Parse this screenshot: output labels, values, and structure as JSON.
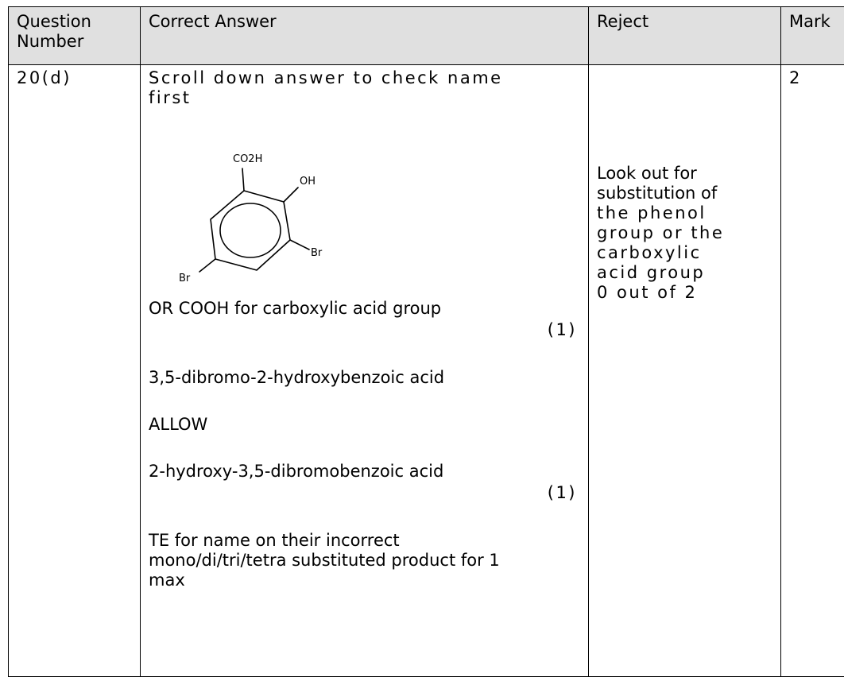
{
  "table": {
    "headers": {
      "question": "Question Number",
      "answer": "Correct Answer",
      "reject": "Reject",
      "mark": "Mark"
    },
    "row": {
      "question_number": "20(d)",
      "answer": {
        "scroll_note": "Scroll down answer to check name first",
        "structure_labels": {
          "carboxyl": "CO2H",
          "hydroxyl": "OH",
          "bromo_right": "Br",
          "bromo_left": "Br"
        },
        "alt_group": "OR COOH for carboxylic acid group",
        "mark_1": "(1)",
        "name_1": "3,5-dibromo-2-hydroxybenzoic acid",
        "allow": "ALLOW",
        "name_2": "2-hydroxy-3,5-dibromobenzoic acid",
        "mark_2": "(1)",
        "te_note": "TE for name on their incorrect mono/di/tri/tetra substituted product for 1 max"
      },
      "reject": {
        "line_1": "Look out for",
        "line_2": "substitution of",
        "line_3": "the phenol",
        "line_4": "group or the",
        "line_5": "carboxylic",
        "line_6": "acid group",
        "line_7": "0 out of 2"
      },
      "mark": "2"
    }
  }
}
